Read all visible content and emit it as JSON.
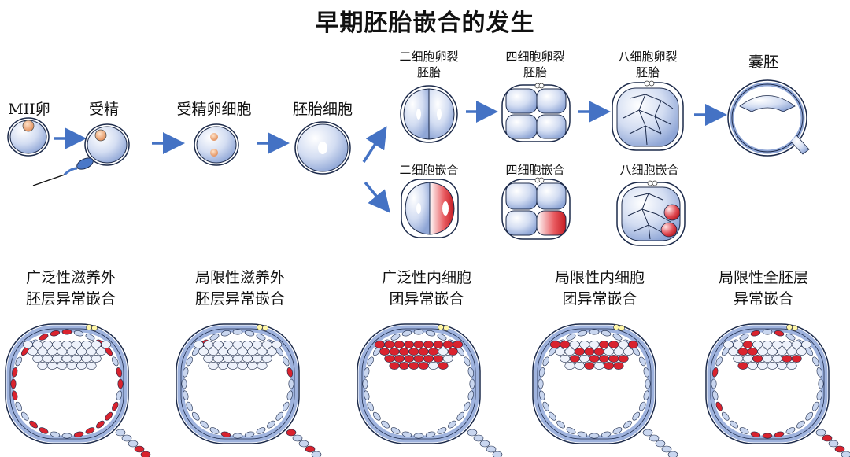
{
  "title": "早期胚胎嵌合的发生",
  "top_row": {
    "mii": "MII卵",
    "fert": "受精",
    "zygote": "受精卵细胞",
    "embryo": "胚胎细胞"
  },
  "cleavage": {
    "two": [
      "二细胞卵裂",
      "胚胎"
    ],
    "four": [
      "四细胞卵裂",
      "胚胎"
    ],
    "eight": [
      "八细胞卵裂",
      "胚胎"
    ],
    "blastocyst": "囊胚"
  },
  "mosaic": {
    "two": "二细胞嵌合",
    "four": "四细胞嵌合",
    "eight": "八细胞嵌合"
  },
  "bottom": [
    [
      "广泛性滋养外",
      "胚层异常嵌合"
    ],
    [
      "局限性滋养外",
      "胚层异常嵌合"
    ],
    [
      "广泛性内细胞",
      "团异常嵌合"
    ],
    [
      "局限性内细胞",
      "团异常嵌合"
    ],
    [
      "局限性全胚层",
      "异常嵌合"
    ]
  ],
  "colors": {
    "cell_fill": "#c9d6ef",
    "cell_stroke": "#1c2a4a",
    "arrow": "#4472c4",
    "abnormal": "#d9232e",
    "nucleus": "#e8a77a"
  }
}
